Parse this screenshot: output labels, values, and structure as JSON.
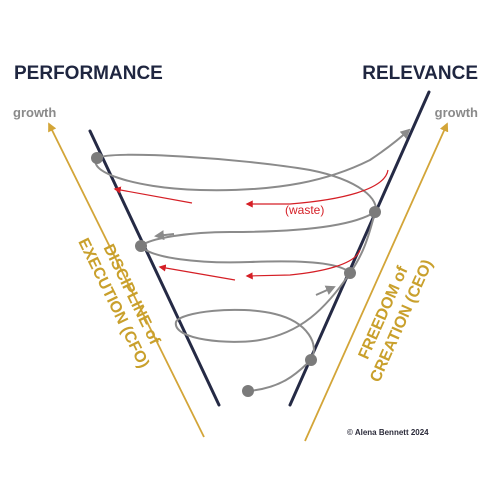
{
  "headings": {
    "left": "PERFORMANCE",
    "right": "RELEVANCE"
  },
  "growth": {
    "left": "growth",
    "right": "growth"
  },
  "left_label": {
    "line1": "DISCIPLINE of",
    "line2": "EXECUTION (CFO)"
  },
  "right_label": {
    "line1": "FREEDOM of",
    "line2": "CREATION (CEO)"
  },
  "waste_label": "(waste)",
  "copyright": "© Alena Bennett 2024",
  "colors": {
    "navy": "#252a45",
    "gold": "#c9a02c",
    "red": "#d51f26",
    "gray": "#8b8b8b"
  }
}
